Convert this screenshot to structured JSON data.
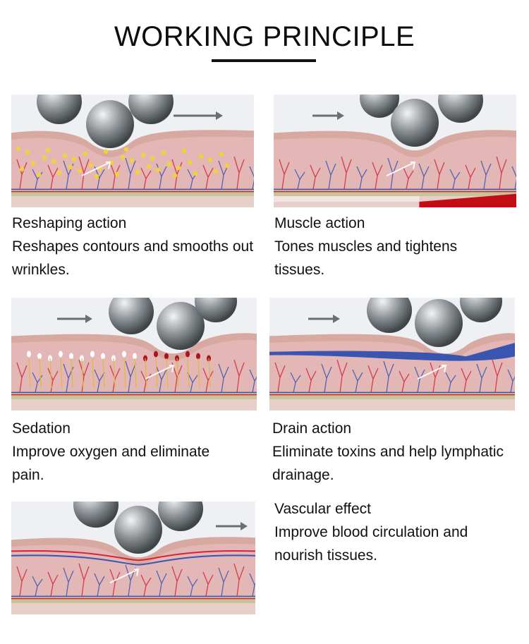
{
  "title": "WORKING PRINCIPLE",
  "colors": {
    "skin": "#e3b7b6",
    "skin_dark": "#c98f8f",
    "muscle_band": "#c9c39a",
    "artery": "#d3253a",
    "vein": "#3a55b0",
    "ball": "#8a8f93",
    "arrow": "#6b6f73"
  },
  "items": [
    {
      "heading": "Reshaping action",
      "text": "Reshapes contours and smooths out wrinkles.",
      "illustration": "fat-cells-roller"
    },
    {
      "heading": "Muscle action",
      "text": "Tones muscles and tightens tissues.",
      "illustration": "muscle-roller"
    },
    {
      "heading": "Sedation",
      "text": "Improve oxygen and eliminate pain.",
      "illustration": "nerve-roller"
    },
    {
      "heading": "Drain action",
      "text": "Eliminate toxins and help lymphatic drainage.",
      "illustration": "lymph-roller"
    },
    {
      "heading": "Vascular effect",
      "text": "Improve blood circulation and nourish tissues.",
      "illustration": "vascular-roller"
    }
  ]
}
